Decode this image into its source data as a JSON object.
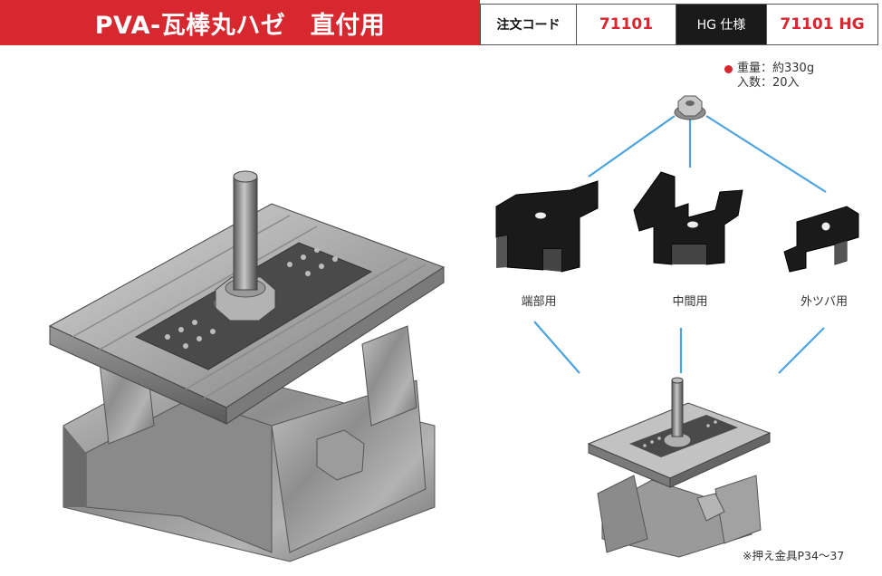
{
  "header": {
    "title": "PVA-瓦棒丸ハゼ　直付用",
    "code_label": "注文コード",
    "code_value": "71101",
    "hg_label": "HG 仕様",
    "hg_value": "71101 HG"
  },
  "spec": {
    "weight": "重量：約330g",
    "quantity": "入数：20入"
  },
  "parts": [
    {
      "label": "端部用"
    },
    {
      "label": "中間用"
    },
    {
      "label": "外ツバ用"
    }
  ],
  "footnote": "※押え金具P34～37",
  "colors": {
    "brand_red": "#d7282f",
    "connector_blue": "#4aa3e0"
  }
}
